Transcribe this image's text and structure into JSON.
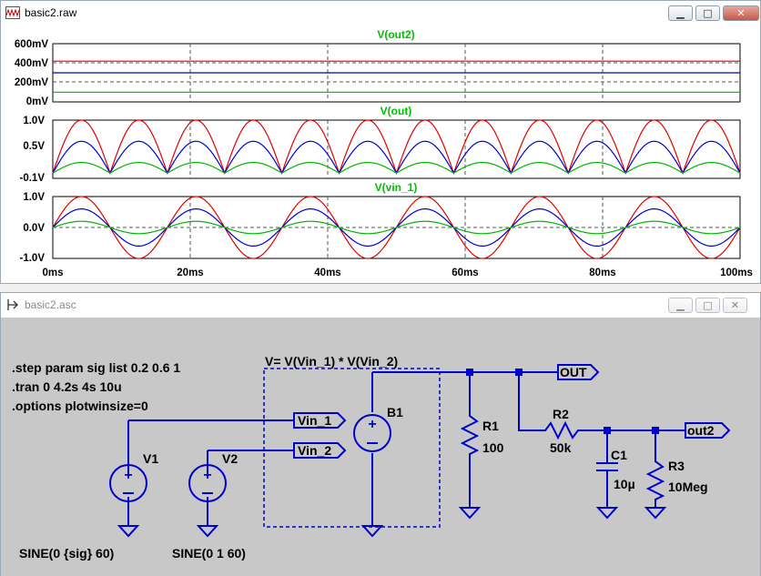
{
  "waveform_window": {
    "title": "basic2.raw",
    "buttons": {
      "minimize": "▁",
      "maximize": "□",
      "close": "✕"
    },
    "panes": [
      {
        "label": "V(out2)",
        "y_ticks": [
          "600mV",
          "400mV",
          "200mV",
          "0mV"
        ]
      },
      {
        "label": "V(out)",
        "y_ticks": [
          "1.0V",
          "0.5V",
          "-0.1V"
        ]
      },
      {
        "label": "V(vin_1)",
        "y_ticks": [
          "1.0V",
          "0.0V",
          "-1.0V"
        ]
      }
    ],
    "x_ticks": [
      "0ms",
      "20ms",
      "40ms",
      "60ms",
      "80ms",
      "100ms"
    ],
    "colors": {
      "red": "#e00000",
      "blue": "#0000cc",
      "green": "#00b400",
      "label": "#00c000"
    }
  },
  "chart_data": [
    {
      "type": "line",
      "title": "V(out2)",
      "x": [
        0,
        100
      ],
      "xlim": [
        0,
        100
      ],
      "ylim": [
        0,
        600
      ],
      "series": [
        {
          "values": [
            420,
            420
          ]
        },
        {
          "values": [
            300,
            300
          ]
        },
        {
          "values": [
            100,
            100
          ]
        }
      ]
    },
    {
      "type": "line",
      "title": "V(out)",
      "frequency_hz": 60,
      "xlim": [
        0,
        100
      ],
      "ylim": [
        -0.1,
        1.0
      ],
      "series": [
        {
          "amplitude": 1.0,
          "waveform": "full-wave rectified sine"
        },
        {
          "amplitude": 0.6,
          "waveform": "full-wave rectified sine"
        },
        {
          "amplitude": 0.2,
          "waveform": "full-wave rectified sine"
        }
      ]
    },
    {
      "type": "line",
      "title": "V(vin_1)",
      "frequency_hz": 60,
      "xlim": [
        0,
        100
      ],
      "ylim": [
        -1.0,
        1.0
      ],
      "series": [
        {
          "amplitude": 1.0,
          "waveform": "sine"
        },
        {
          "amplitude": 0.6,
          "waveform": "sine"
        },
        {
          "amplitude": 0.2,
          "waveform": "sine"
        }
      ]
    }
  ],
  "schematic_window": {
    "title": "basic2.asc",
    "directives": [
      ".step param sig list 0.2 0.6 1",
      ".tran 0 4.2s 4s 10u",
      ".options plotwinsize=0"
    ],
    "b1_expression": "V= V(Vin_1) * V(Vin_2)",
    "labels": {
      "vin1": "Vin_1",
      "vin2": "Vin_2",
      "out": "OUT",
      "out2": "out2",
      "v1": "V1",
      "v2": "V2",
      "b1": "B1",
      "r1": "R1",
      "r1_val": "100",
      "r2": "R2",
      "r2_val": "50k",
      "c1": "C1",
      "c1_val": "10µ",
      "r3": "R3",
      "r3_val": "10Meg",
      "v1_value": "SINE(0 {sig} 60)",
      "v2_value": "SINE(0 1 60)"
    },
    "colors": {
      "wire": "#0000cc",
      "background": "#c8c8c8",
      "text": "#000000"
    }
  }
}
